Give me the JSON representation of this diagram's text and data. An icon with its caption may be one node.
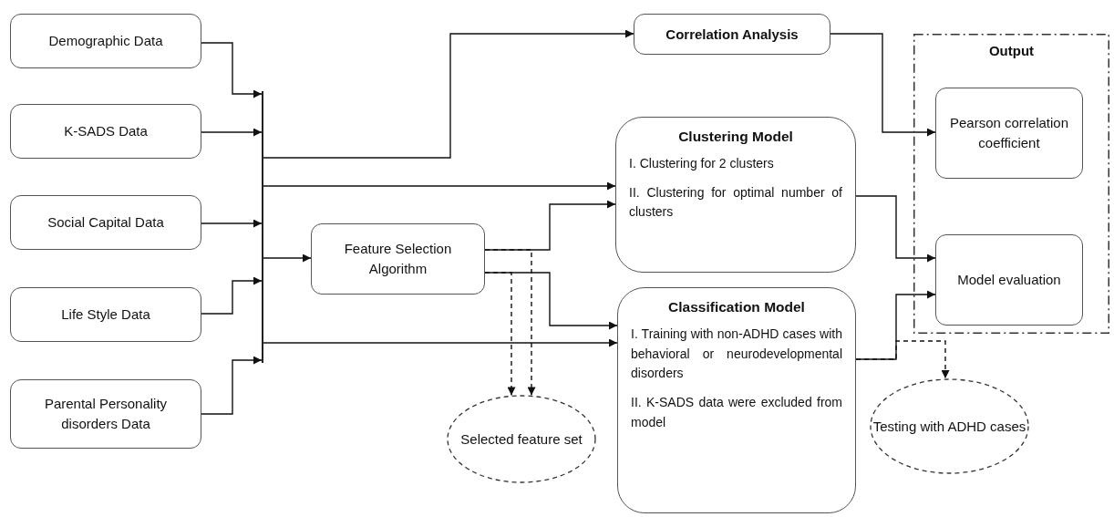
{
  "diagram": {
    "nodes": [
      {
        "text": [
          "Demographic Data"
        ]
      },
      {
        "text": [
          "K-SADS Data"
        ]
      },
      {
        "text": [
          "Social Capital Data"
        ]
      },
      {
        "text": [
          "Life Style Data"
        ]
      },
      {
        "text": [
          "Parental Personality disorders Data"
        ]
      },
      {
        "text": [],
        "shape": "bar"
      },
      {
        "text": [
          "Feature Selection Algorithm"
        ]
      },
      {
        "text": [
          "Correlation Analysis"
        ]
      },
      {
        "text": [
          "Clustering Model",
          "I. Clustering for 2 clusters",
          "II. Clustering for optimal number of clusters"
        ]
      },
      {
        "text": [
          "Classification Model",
          "I. Training with non-ADHD cases with behavioral or neurodevelopmental disorders",
          "II. K-SADS data were excluded from model"
        ]
      },
      {
        "text": [
          "Selected feature set"
        ]
      },
      {
        "text": [
          "Output"
        ]
      },
      {
        "text": [
          "Pearson correlation coefficient"
        ],
        "in": 11
      },
      {
        "text": [
          "Model evaluation"
        ],
        "in": 11
      },
      {
        "text": [
          "Testing with ADHD cases"
        ]
      }
    ],
    "edges": [
      {
        "from": 0,
        "to": 5,
        "arrow": "to"
      },
      {
        "from": 1,
        "to": 5,
        "arrow": "to"
      },
      {
        "from": 2,
        "to": 5,
        "arrow": "to"
      },
      {
        "from": 3,
        "to": 5,
        "arrow": "to"
      },
      {
        "from": 4,
        "to": 5,
        "arrow": "to"
      },
      {
        "from": 5,
        "to": 7,
        "arrow": "to"
      },
      {
        "from": 5,
        "to": 8,
        "arrow": "to"
      },
      {
        "from": 5,
        "to": 6,
        "arrow": "to"
      },
      {
        "from": 5,
        "to": 9,
        "arrow": "to"
      },
      {
        "from": 6,
        "to": 8,
        "arrow": "to"
      },
      {
        "from": 6,
        "to": 9,
        "arrow": "to"
      },
      {
        "from": 6,
        "to": 10,
        "arrow": "to",
        "style": "dashed"
      },
      {
        "from": 6,
        "to": 10,
        "arrow": "to",
        "style": "dashed"
      },
      {
        "from": 7,
        "to": 12,
        "arrow": "to"
      },
      {
        "from": 8,
        "to": 13,
        "arrow": "to"
      },
      {
        "from": 9,
        "to": 13,
        "arrow": "to"
      },
      {
        "from": 9,
        "to": 14,
        "arrow": "to",
        "style": "dashed"
      }
    ]
  }
}
